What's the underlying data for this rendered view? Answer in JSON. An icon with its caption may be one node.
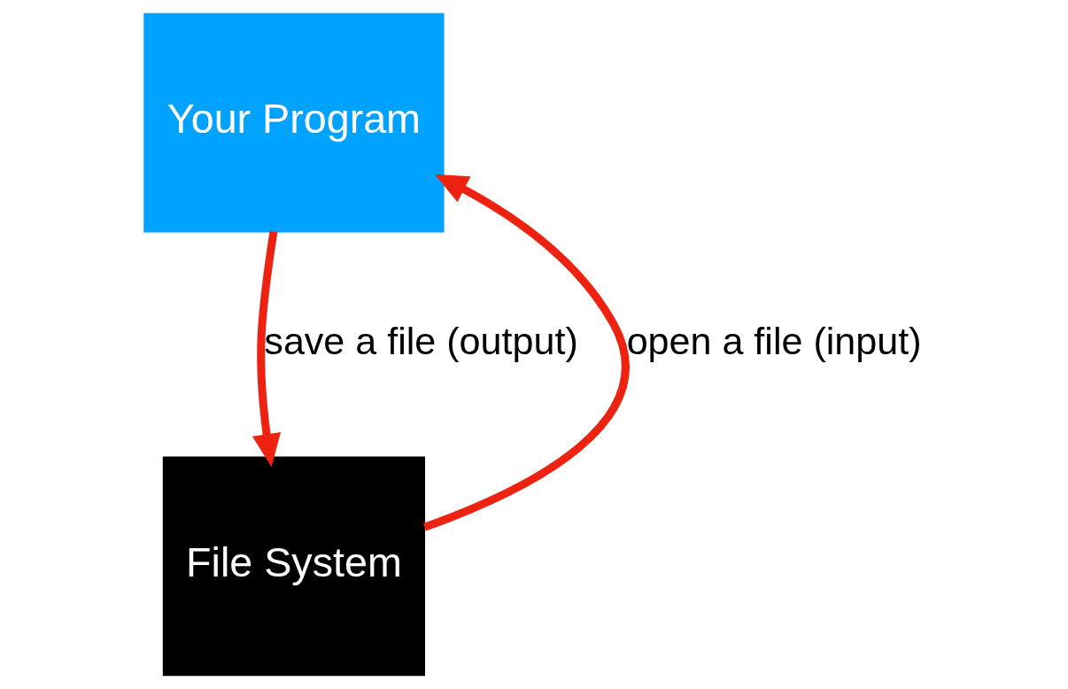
{
  "diagram": {
    "nodes": [
      {
        "text": [
          "Your Program"
        ]
      },
      {
        "text": [
          "File System"
        ]
      }
    ],
    "edges": [
      {
        "from": 1,
        "to": 0,
        "arrow": "to",
        "label": "open a file (input)"
      },
      {
        "from": 0,
        "to": 1,
        "arrow": "to",
        "label": "save a file (output)"
      }
    ]
  }
}
